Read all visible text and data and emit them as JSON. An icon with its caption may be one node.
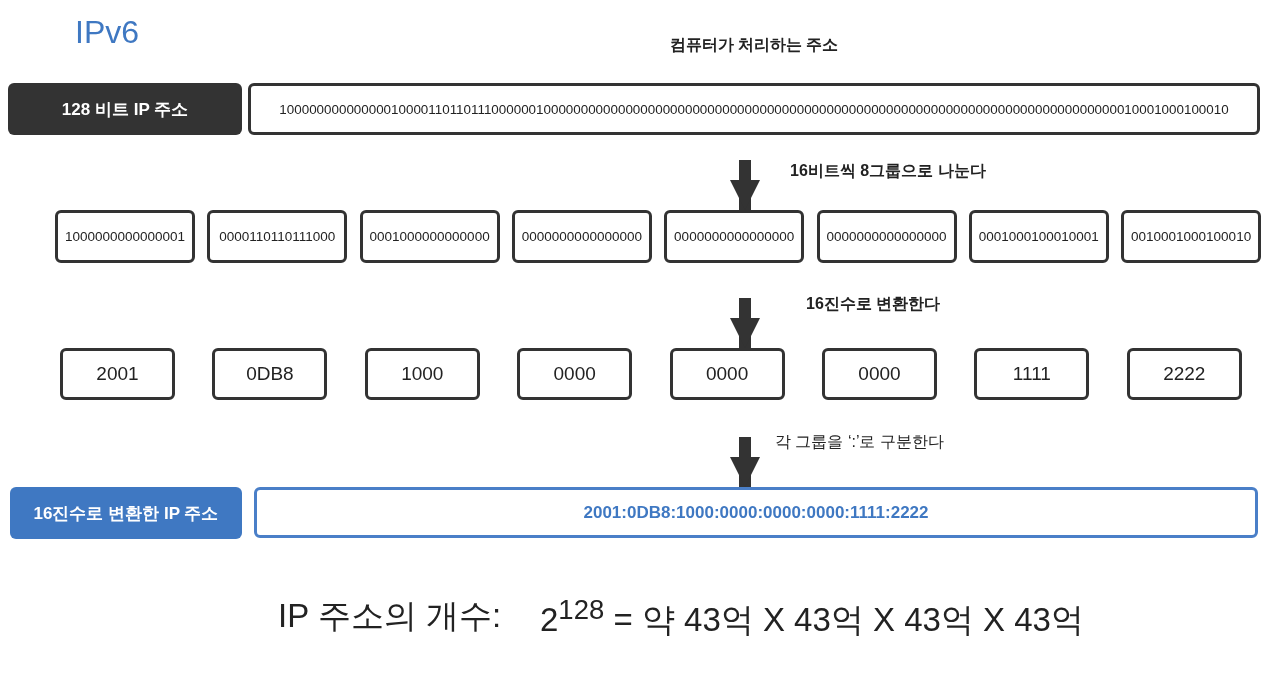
{
  "diagram": {
    "title": "IPv6",
    "nodes": [
      {
        "text": [
          "128 비트 IP 주소"
        ]
      },
      {
        "text": [
          "10000000000000010000110110111000000100000000000000000000000000000000000000000000000000000000000000000000000000000010001000100010"
        ],
        "beside": [
          "컴퓨터가 처리하는 주소"
        ]
      },
      {
        "text": [
          "1000000000000001"
        ]
      },
      {
        "text": [
          "0000110110111000"
        ]
      },
      {
        "text": [
          "0001000000000000"
        ]
      },
      {
        "text": [
          "0000000000000000"
        ]
      },
      {
        "text": [
          "0000000000000000"
        ]
      },
      {
        "text": [
          "0000000000000000"
        ]
      },
      {
        "text": [
          "0001000100010001"
        ]
      },
      {
        "text": [
          "0010001000100010"
        ]
      },
      {
        "text": [
          "2001"
        ]
      },
      {
        "text": [
          "0DB8"
        ]
      },
      {
        "text": [
          "1000"
        ]
      },
      {
        "text": [
          "0000"
        ]
      },
      {
        "text": [
          "0000"
        ]
      },
      {
        "text": [
          "0000"
        ]
      },
      {
        "text": [
          "1111"
        ]
      },
      {
        "text": [
          "2222"
        ]
      },
      {
        "text": [
          "16진수로 변환한 IP 주소"
        ]
      },
      {
        "text": [
          "2001:0DB8:1000:0000:0000:0000:1111:2222"
        ]
      }
    ],
    "edges": [
      {
        "from": 1,
        "to": 6,
        "arrow": "to",
        "label": "16비트씩 8그룹으로 나눈다"
      },
      {
        "from": 6,
        "to": 14,
        "arrow": "to",
        "label": "16진수로 변환한다"
      },
      {
        "from": 14,
        "to": 19,
        "arrow": "to",
        "label": "각 그룹을 ‘:’로 구분한다"
      }
    ],
    "labels": [
      "IP 주소의 개수:",
      "2$^{128}$ = 약 43억 X 43억 X 43억 X 43억"
    ]
  }
}
